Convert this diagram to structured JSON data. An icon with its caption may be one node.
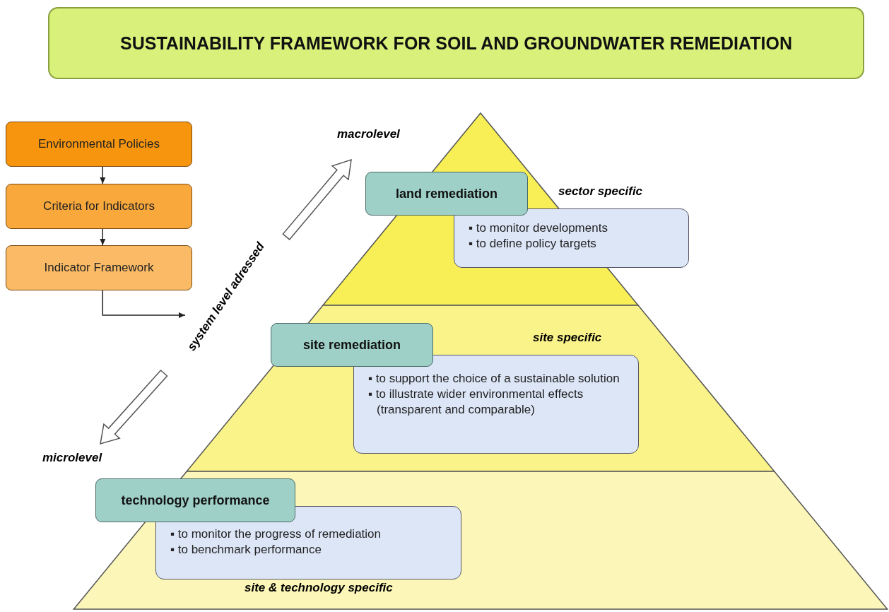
{
  "diagram": {
    "title": "SUSTAINABILITY FRAMEWORK FOR SOIL AND GROUNDWATER REMEDIATION",
    "nodes": [
      {
        "text": [
          "Environmental Policies"
        ]
      },
      {
        "text": [
          "Criteria for Indicators"
        ]
      },
      {
        "text": [
          "Indicator Framework"
        ]
      },
      {
        "text": [
          "land remediation"
        ]
      },
      {
        "text": [
          "▪ to monitor developments",
          "▪ to define policy targets"
        ]
      },
      {
        "text": [
          "site remediation"
        ]
      },
      {
        "text": [
          "▪ to support the choice of a sustainable solution",
          "▪ to illustrate wider environmental effects (transparent and comparable)"
        ]
      },
      {
        "text": [
          "technology performance"
        ]
      },
      {
        "text": [
          "▪ to monitor the progress of remediation",
          "▪ to benchmark performance"
        ]
      },
      {
        "text": [
          "system level adressed"
        ]
      }
    ],
    "edges": [
      {
        "from": 0,
        "to": 1,
        "arrow": "to"
      },
      {
        "from": 1,
        "to": 2,
        "arrow": "to"
      },
      {
        "from": 2,
        "to": 9,
        "arrow": "to"
      }
    ],
    "labels": [
      "macrolevel",
      "sector specific",
      "site specific",
      "microlevel",
      "site & technology specific"
    ]
  }
}
